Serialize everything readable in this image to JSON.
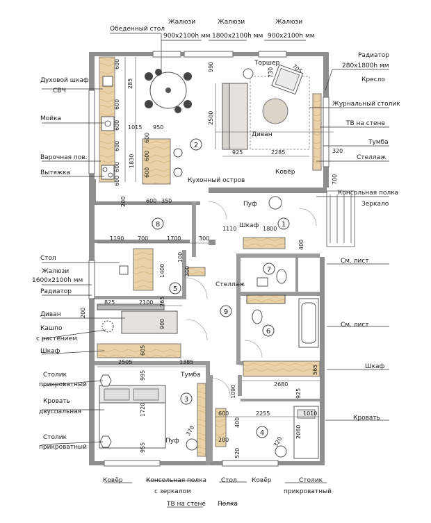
{
  "rooms": [
    "1",
    "2",
    "3",
    "4",
    "5",
    "6",
    "7",
    "8",
    "9"
  ],
  "labels": {
    "dining_table": "Обеденный стол",
    "blinds": "Жалюзи",
    "blinds_900": "900x2100h мм",
    "blinds_1800": "1800x2100h мм",
    "blinds_900b": "900x2100h мм",
    "radiator": "Радиатор",
    "radiator_size": "280x1800h мм",
    "torsher": "Торшер",
    "armchair": "Кресло",
    "coffee_table": "Журнальный столик",
    "tv_wall": "ТВ на стене",
    "tumba": "Тумба",
    "shelving": "Стеллаж",
    "console_shelf": "Консольная полка",
    "mirror": "Зеркало",
    "oven": "Духовой шкаф",
    "microwave": "СВЧ",
    "sink": "Мойка",
    "hob": "Варочная пов.",
    "hood": "Вытяжка",
    "sofa": "Диван",
    "rug": "Ковёр",
    "kitchen_island": "Кухонный остров",
    "pouf": "Пуф",
    "wardrobe": "Шкаф",
    "table": "Стол",
    "blinds_left": "Жалюзи",
    "blinds_left_size": "1600x2100h мм",
    "radiator_left": "Радиатор",
    "sofa_left": "Диван",
    "planter": "Кашпо",
    "planter2": "с растением",
    "wardrobe_left": "Шкаф",
    "bedside_table": "Столик",
    "bedside_table2": "прикроватный",
    "double_bed": "Кровать",
    "double_bed2": "двуспальная",
    "bedside_table_b": "Столик",
    "bedside_table_b2": "прикроватный",
    "rug_bottom": "Ковёр",
    "console_mirror": "Консольная полка",
    "console_mirror2": "с зеркалом",
    "tv_wall_bottom": "ТВ на стене",
    "shelf_bottom": "Полка",
    "table_bottom": "Стол",
    "rug_bottom2": "Ковёр",
    "bedside_right": "Столик",
    "bedside_right2": "прикроватный",
    "bed": "Кровать",
    "wardrobe_right": "Шкаф",
    "tumba_bed": "Тумба",
    "shelving_mid": "Стеллаж",
    "mirror_cab": "См. лист",
    "mirror_cab2": "См. лист",
    "pouf_bed": "Пуф"
  },
  "dims": [
    "600",
    "285",
    "600",
    "600",
    "1015",
    "950",
    "600",
    "600",
    "600",
    "1830",
    "600",
    "600",
    "600",
    "200",
    "600",
    "350",
    "990",
    "730",
    "705",
    "2500",
    "925",
    "2285",
    "320",
    "700",
    "1110",
    "1800",
    "400",
    "1190",
    "700",
    "1700",
    "300",
    "100",
    "300",
    "1400",
    "825",
    "2100",
    "765",
    "200",
    "900",
    "605",
    "2505",
    "1385",
    "995",
    "1720",
    "955",
    "370",
    "1090",
    "600",
    "2255",
    "1010",
    "2060",
    "200",
    "320",
    "520",
    "565",
    "2680",
    "925",
    "400"
  ]
}
